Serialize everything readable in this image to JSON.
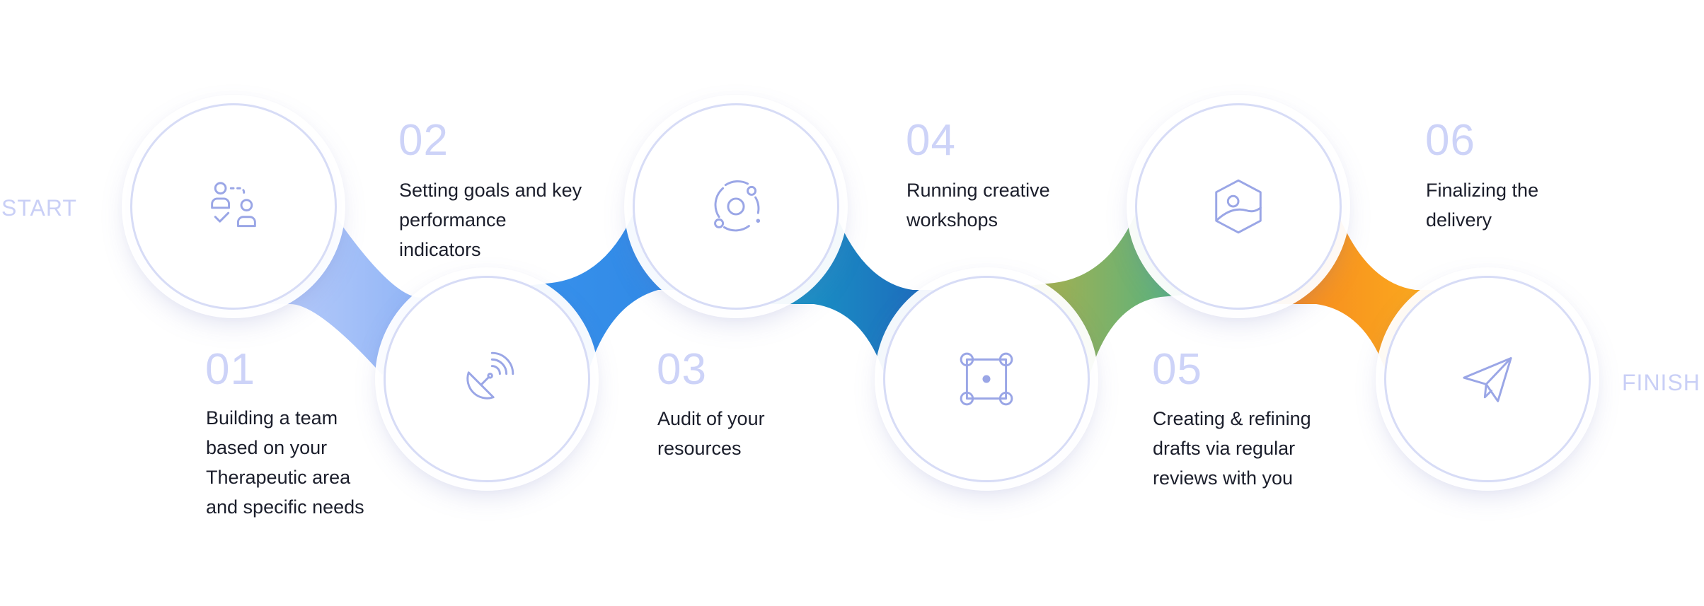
{
  "start_label": "START",
  "finish_label": "FINISH",
  "steps": [
    {
      "number": "01",
      "text": "Building a team based on your Therapeutic area and specific needs",
      "icon": "team-check-icon"
    },
    {
      "number": "02",
      "text": "Setting goals and key performance indicators",
      "icon": "satellite-dish-icon"
    },
    {
      "number": "03",
      "text": "Audit of your resources",
      "icon": "orbit-icon"
    },
    {
      "number": "04",
      "text": "Running creative workshops",
      "icon": "frame-nodes-icon"
    },
    {
      "number": "05",
      "text": "Creating & refining drafts via regular reviews with you",
      "icon": "image-hexagon-icon"
    },
    {
      "number": "06",
      "text": "Finalizing the delivery",
      "icon": "paper-plane-icon"
    }
  ],
  "colors": {
    "connector_1": "#9fbcf6",
    "connector_2": "#2f8de8",
    "connector_3": "#1e6fc6",
    "connector_4": "#9bb24a",
    "connector_5": "#f9a11b",
    "accent_light": "#cdd3f8",
    "icon": "#9aa6e6"
  }
}
